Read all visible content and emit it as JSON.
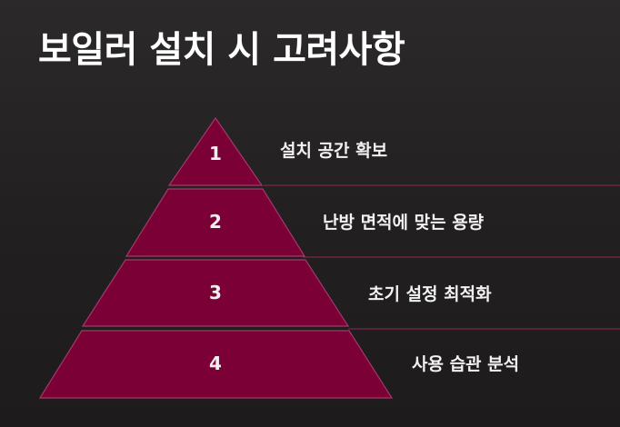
{
  "title": "보일러 설치 시 고려사항",
  "colors": {
    "background": "#221f20",
    "pyramid_fill": "#7a0036",
    "pyramid_stroke": "#a3396a",
    "divider": "#6e2444",
    "text": "#f2f2f2"
  },
  "pyramid": {
    "levels": [
      {
        "number": "1",
        "label": "설치 공간 확보"
      },
      {
        "number": "2",
        "label": "난방 면적에 맞는 용량"
      },
      {
        "number": "3",
        "label": "초기 설정 최적화"
      },
      {
        "number": "4",
        "label": "사용 습관 분석"
      }
    ]
  }
}
